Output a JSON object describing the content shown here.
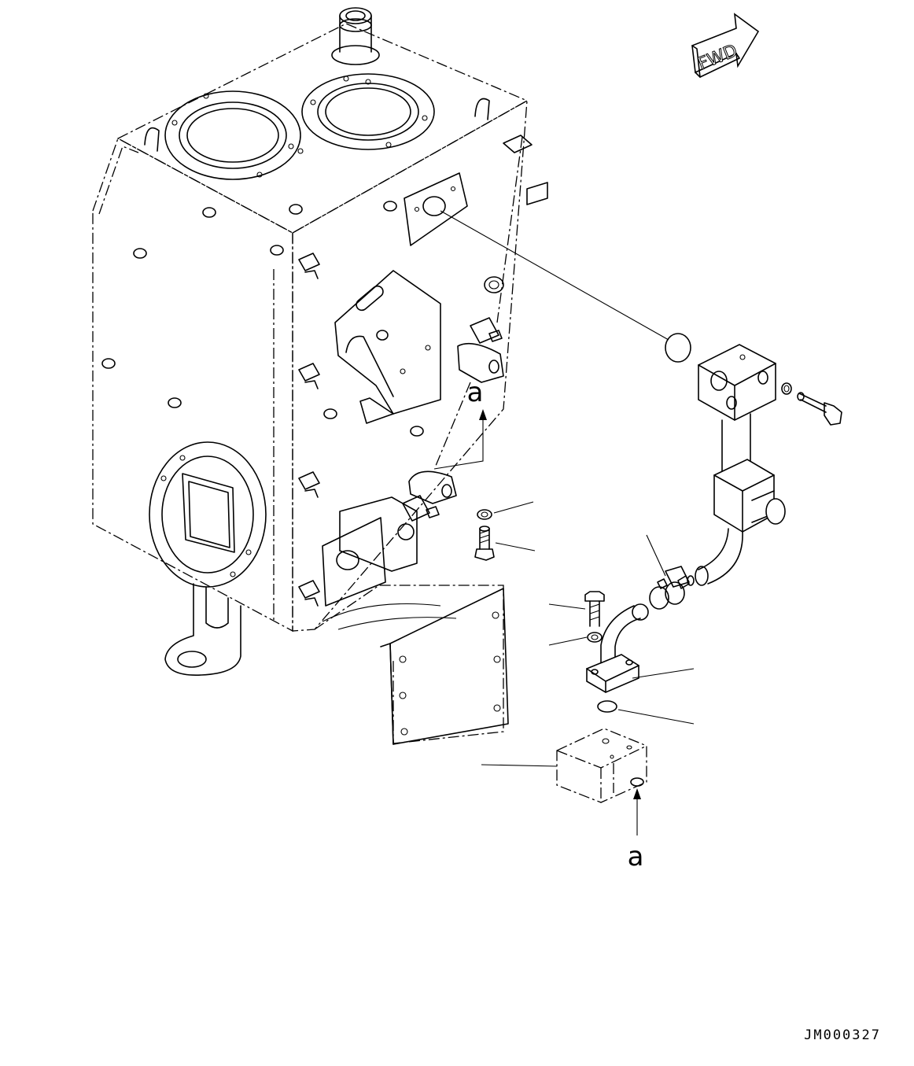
{
  "diagram": {
    "fwd_label": "FWD",
    "callouts": [
      "a",
      "a"
    ],
    "document_id": "JM000327"
  }
}
